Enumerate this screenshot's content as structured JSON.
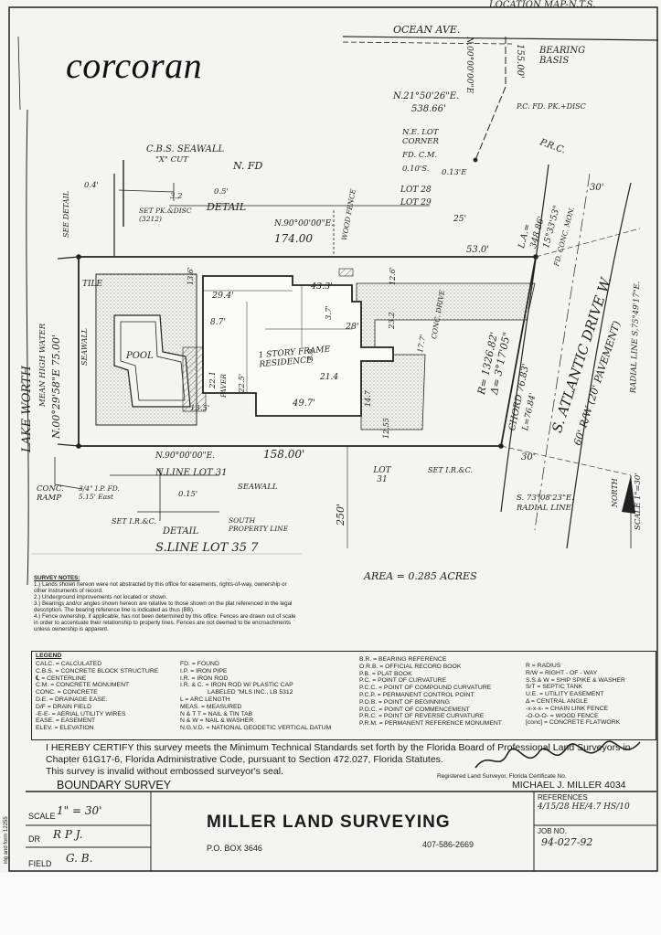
{
  "logo": "corcoran",
  "header": {
    "location_map": "LOCATION MAP-N.T.S."
  },
  "map_labels": {
    "ocean_ave": "OCEAN AVE.",
    "bearing_basis": "BEARING BASIS",
    "bearing_n00": "N.00°00'00\"E",
    "dist_155": "155.00'",
    "bearing_top": "N.21°50'26\"E.",
    "dist_538": "538.66'",
    "pc_fd": "P.C. FD. PK.+DISC",
    "ne_lot_corner": "N.E. LOT CORNER",
    "fd_cm": "FD. C.M.",
    "offset_010": "0.10'S.",
    "offset_013": "0.13'E",
    "cbs_seawall": "C.B.S. SEAWALL",
    "x_cut": "\"X\" CUT",
    "n_fd": "N. FD",
    "offset_04": "0.4'",
    "offset_32": "3.2",
    "offset_05": "0.5'",
    "set_pk": "SET PK.&DISC (3212)",
    "detail_top": "DETAIL",
    "lot28": "LOT 28",
    "lot29": "LOT 29",
    "dim_25": "25'",
    "see_detail": "SEE DETAIL",
    "prc": "P.R.C.",
    "dim_30_top": "30'",
    "la": "L.A.=",
    "la_348": "348.86'",
    "la_1533": "15°33'53\"",
    "fd_conc_mon": "FD. CONC. MON.",
    "bearing_north": "N.90°00'00\"E.",
    "dist_174": "174.00",
    "wood_fence": "WOOD FENCE",
    "dim_53": "53.0'",
    "lake_worth": "LAKE WORTH",
    "mean_high_water": "MEAN HIGH WATER",
    "bearing_west": "N.00°29'58\"E 75.00'",
    "seawall_w": "SEAWALL",
    "tile": "TILE",
    "dim_136": "13.6'",
    "dim_294": "29.4'",
    "dim_433": "43.3'",
    "dim_126": "12.6'",
    "dim_87": "8.7'",
    "dim_232": "23.2",
    "dim_37": "3.7'",
    "dim_28": "28'",
    "pool": "POOL",
    "one_story": "1 STORY FRAME RESIDENCE",
    "dim_225": "22.5'",
    "dim_221": "22.1",
    "paver": "PAVER",
    "dim_28b": "2.8",
    "dim_214": "21.4",
    "dim_497": "49.7'",
    "dim_135": "13.5'",
    "dim_147": "14.7",
    "dim_1255": "12.55",
    "conc_drive": "CONC. DRIVE",
    "dim_177": "17.7'",
    "curve_r": "R= 1326.82'",
    "curve_delta": "Δ= 3°17'05\"",
    "chord": "CHORD 76.83'",
    "curve_l": "L=76.84'",
    "s_atlantic": "S. ATLANTIC DRIVE W.",
    "row": "60' R/W (20' PAVEMENT)",
    "radial_line_top": "RADIAL LINE S.75°49'17\"E.",
    "dim_30_bottom": "30'",
    "radial_line_bottom": "S. 73°08'23\"E. RADIAL LINE",
    "bearing_bottom": "N.90°00'00\"E.",
    "dist_158": "158.00'",
    "n_line_lot31": "N.LINE LOT 31",
    "lot31": "LOT 31",
    "set_irc": "SET I.R.&C.",
    "dim_250": "250'",
    "boat_ramp": "CONC. RAMP",
    "fd_ip": "3/4\" I.P. FD. 5.15' East",
    "offset_015": "0.15'",
    "seawall_bottom": "SEAWALL",
    "set_irc_bottom": "SET I.R.&C.",
    "detail_bottom": "DETAIL",
    "south_property_line": "SOUTH PROPERTY LINE",
    "s_line_lot35": "S.LINE LOT 35 7",
    "north": "NORTH",
    "scale_note": "SCALE 1\"=30'",
    "area": "AREA = 0.285 ACRES"
  },
  "survey_notes": {
    "title": "SURVEY NOTES:",
    "items": [
      "1.) Lands shown hereon were not abstracted by this office for easements, rights-of-way, ownership or other instruments of record.",
      "2.) Underground improvements not located or shown.",
      "3.) Bearings and/or angles shown hereon are relative to those shown on the plat referenced in the legal description. The bearing reference line is indicated as thus (BB).",
      "4.) Fence ownership, if applicable, has not been determined by this office. Fences are drawn out of scale in order to accentuate their relationship to property lines. Fences are not deemed to be encroachments unless ownership is apparent."
    ]
  },
  "legend": {
    "title": "LEGEND",
    "col1": [
      "CALC. = CALCULATED",
      "C.B.S. = CONCRETE BLOCK STRUCTURE",
      "℄ = CENTERLINE",
      "C.M. = CONCRETE MONUMENT",
      "CONC. = CONCRETE",
      "D.E. = DRAINAGE EASE.",
      "D/F = DRAIN FIELD",
      "-E-E- = AERIAL UTILITY WIRES",
      "EASE. = EASEMENT",
      "ELEV. = ELEVATION"
    ],
    "col2": [
      "FD. = FOUND",
      "I.P. = IRON PIPE",
      "I.R. = IRON ROD",
      "I.R. & C. = IRON ROD W/ PLASTIC CAP",
      "LABELED \"MLS INC., LB 5312",
      "L = ARC LENGTH",
      "MEAS. = MEASURED",
      "N & T T = NAIL & TIN TAB",
      "N & W = NAIL & WASHER",
      "N.G.V.D. = NATIONAL GEODETIC VERTICAL DATUM"
    ],
    "col3": [
      "B.R. = BEARING REFERENCE",
      "O.R.B. = OFFICIAL RECORD BOOK",
      "P.B. = PLAT BOOK",
      "P.C. = POINT OF CURVATURE",
      "P.C.C. = POINT OF COMPOUND CURVATURE",
      "P.C.P. = PERMANENT CONTROL POINT",
      "P.O.B. = POINT OF BEGINNING",
      "P.O.C. = POINT OF COMMENCEMENT",
      "P.R.C. = POINT OF REVERSE CURVATURE",
      "P.R.M. = PERMANENT REFERENCE MONUMENT"
    ],
    "col4": [
      "R = RADIUS",
      "R/W = RIGHT - OF - WAY",
      "S.S.& W = SHIP SPIKE & WASHER",
      "S/T = SEPTIC TANK",
      "U.E. = UTILITY EASEMENT",
      "Δ = CENTRAL ANGLE",
      "-x-x-x- = CHAIN LINK FENCE",
      "-O-O-O- = WOOD FENCE",
      "[conc] = CONCRETE FLATWORK"
    ]
  },
  "certification": {
    "line1": "I HEREBY CERTIFY this survey meets the Minimum Technical Standards set forth by the Florida Board of Professional Land Surveyors in",
    "line2": "Chapter 61G17-6, Florida Administrative Code, pursuant to Section 472.027, Florida Statutes.",
    "line3": "This survey is invalid without embossed surveyor's seal.",
    "registered": "Registered Land Surveyor, Florida Certificate No.",
    "surveyor": "MICHAEL J. MILLER  4034",
    "survey_type": "BOUNDARY SURVEY"
  },
  "title_block": {
    "scale_label": "SCALE",
    "scale_value": "1\" = 30'",
    "dr_label": "DR",
    "dr_value": "R P J.",
    "field_label": "FIELD",
    "field_value": "G. B.",
    "company": "MILLER LAND SURVEYING",
    "po_box": "P.O. BOX 3646",
    "phone": "407-586-2669",
    "references_label": "REFERENCES",
    "references_value": "4/15/28 HE/4.7 HS/10",
    "job_label": "JOB NO.",
    "job_value": "94-027-92",
    "side_form": "ing and form 12255"
  }
}
